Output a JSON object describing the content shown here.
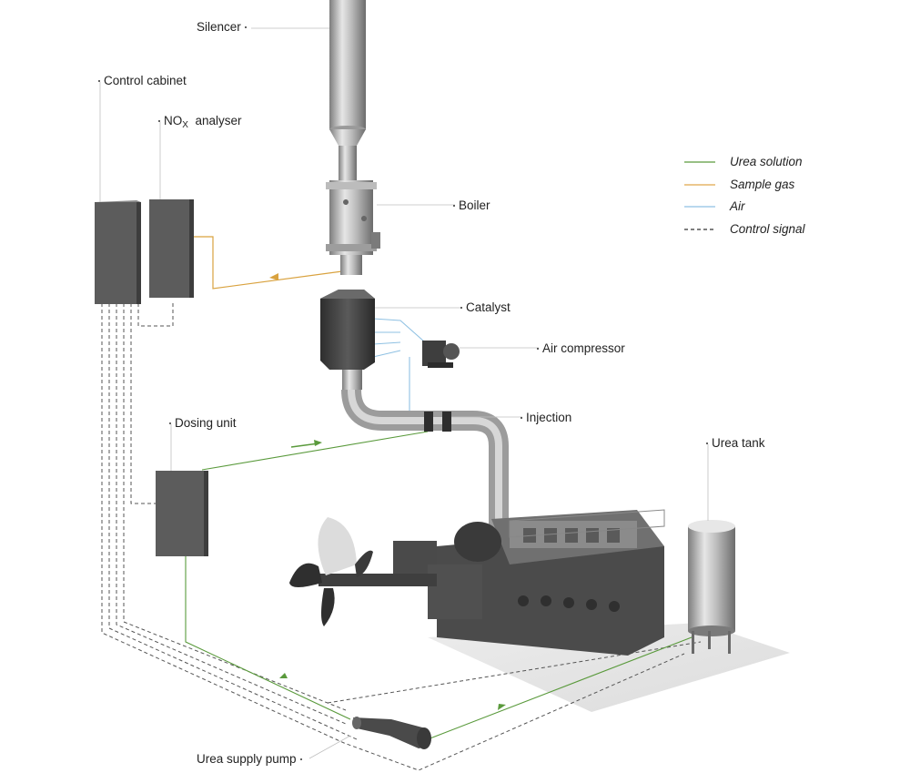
{
  "labels": {
    "silencer": "Silencer",
    "control_cabinet": "Control cabinet",
    "nox_main": "NO",
    "nox_sub": "X",
    "nox_rest": "analyser",
    "boiler": "Boiler",
    "catalyst": "Catalyst",
    "air_compressor": "Air compressor",
    "injection": "Injection",
    "dosing_unit": "Dosing unit",
    "urea_tank": "Urea tank",
    "urea_supply_pump": "Urea supply pump"
  },
  "legend": {
    "items": [
      {
        "label": "Urea solution",
        "color": "#5a9a3c",
        "style": "solid"
      },
      {
        "label": "Sample gas",
        "color": "#e0a64a",
        "style": "solid"
      },
      {
        "label": "Air",
        "color": "#8fc1e3",
        "style": "solid"
      },
      {
        "label": "Control signal",
        "color": "#333333",
        "style": "dashed"
      }
    ]
  },
  "colors": {
    "urea_line": "#5a9a3c",
    "sample_gas_line": "#d9a23f",
    "air_line": "#8fc1e3",
    "control_line": "#555555",
    "cabinet": "#5c5c5c",
    "metal": "#b8b8b8",
    "dark_metal": "#3e3e3e"
  }
}
